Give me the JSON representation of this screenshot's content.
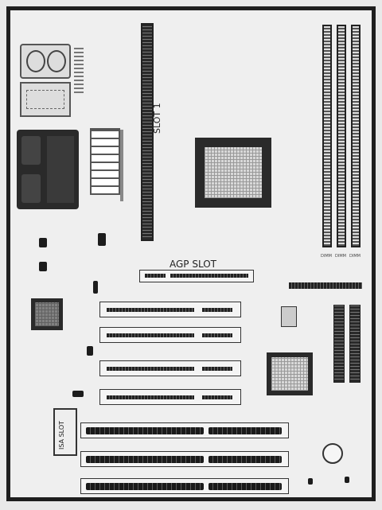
{
  "labels": {
    "slot1": "SLOT 1",
    "agp": "AGP SLOT",
    "isa": "ISA SLOT",
    "col1": "DIMM",
    "col2": "DIMM",
    "col3": "DIMM"
  },
  "colors": {
    "background": "#e9e9e9",
    "board": "#efefef",
    "components": "#222222"
  }
}
